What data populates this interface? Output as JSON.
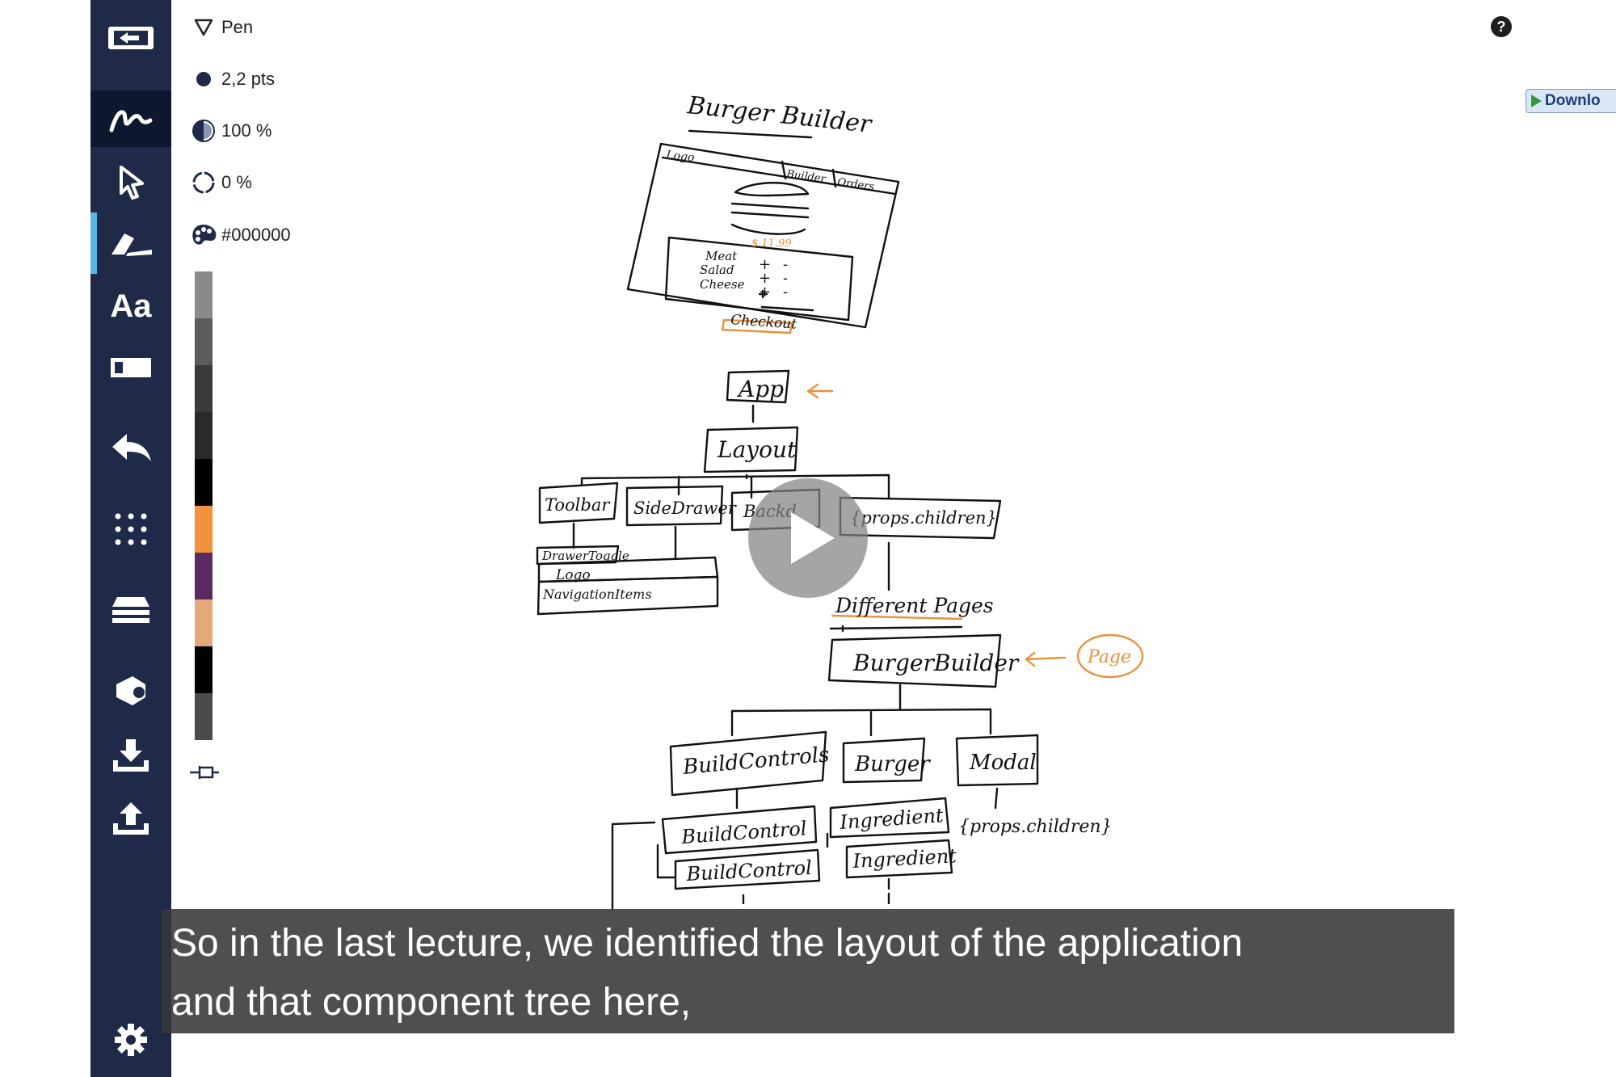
{
  "toolbar": {
    "text_tool_label": "Aa",
    "tools": [
      "exit-icon",
      "pen-icon",
      "select-icon",
      "highlighter-icon",
      "text-icon",
      "eraser-icon",
      "undo-icon",
      "grid-icon",
      "layers-icon",
      "shapes-icon",
      "download-icon",
      "upload-icon",
      "settings-icon"
    ]
  },
  "properties": {
    "tool_name": "Pen",
    "stroke_width": "2,2 pts",
    "opacity": "100 %",
    "fill": "0 %",
    "color": "#000000"
  },
  "palette": [
    "#8a8a8a",
    "#5c5c5c",
    "#3a3a3a",
    "#2a2a2a",
    "#000000",
    "#f3923d",
    "#5b2a63",
    "#e6a879",
    "#000000",
    "#4a4a4a"
  ],
  "help_label": "?",
  "download_label": "Downlo",
  "diagram": {
    "title": "Burger Builder",
    "mock_logo": "Logo",
    "mock_nav_builder": "Builder",
    "mock_nav_orders": "Orders",
    "mock_price": "$ 11.99",
    "mock_ingredients": [
      "Meat",
      "Salad",
      "Cheese"
    ],
    "mock_plus": "+",
    "mock_minus": "-",
    "mock_checkout": "Checkout",
    "app": "App",
    "layout": "Layout",
    "toolbar": "Toolbar",
    "side_drawer": "SideDrawer",
    "backdrop": "Backd",
    "props_children": "{props.children}",
    "drawer_toggle": "DrawerToggle",
    "logo": "Logo",
    "navigation_items": "NavigationItems",
    "different_pages": "Different Pages",
    "burger_builder": "BurgerBuilder",
    "page": "Page",
    "build_controls": "BuildControls",
    "burger": "Burger",
    "modal": "Modal",
    "build_control_1": "BuildControl",
    "build_control_2": "BuildControl",
    "ingredient_1": "Ingredient",
    "ingredient_2": "Ingredient",
    "modal_children": "{props.children}"
  },
  "caption": {
    "line1": "So in the last lecture, we identified the layout of the application",
    "line2": "and that component tree here,"
  },
  "colors": {
    "toolbar_bg": "#1e2a47",
    "accent": "#5ab4e8",
    "annotation_orange": "#e8923a",
    "caption_bg": "#37373a"
  }
}
